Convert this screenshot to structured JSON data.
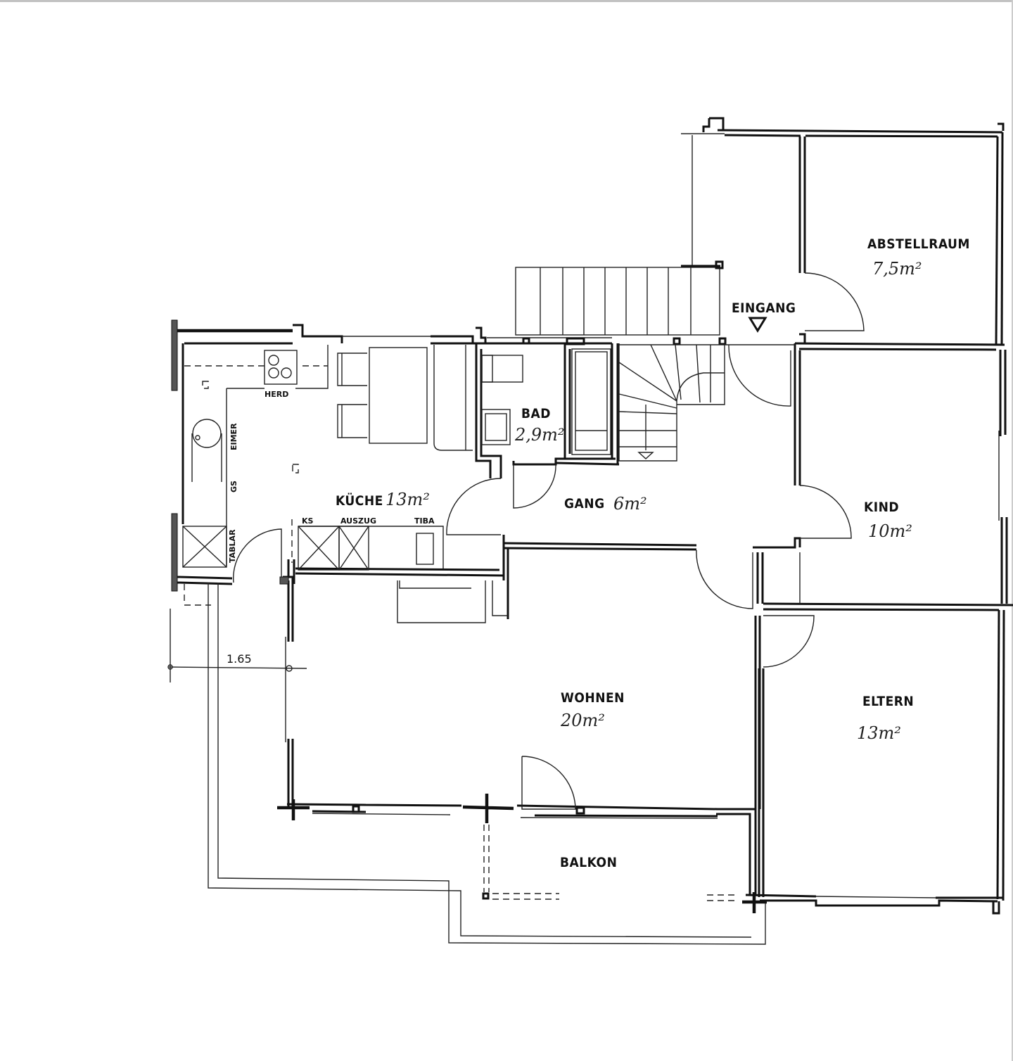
{
  "plan": {
    "rooms": {
      "abstellraum": {
        "name": "ABSTELLRAUM",
        "area": "7,5m²"
      },
      "eingang": {
        "name": "EINGANG"
      },
      "bad": {
        "name": "BAD",
        "area": "2,9m²"
      },
      "kueche": {
        "name": "KÜCHE",
        "area": "13m²"
      },
      "gang": {
        "name": "GANG",
        "area": "6m²"
      },
      "kind": {
        "name": "KIND",
        "area": "10m²"
      },
      "wohnen": {
        "name": "WOHNEN",
        "area": "20m²"
      },
      "eltern": {
        "name": "ELTERN",
        "area": "13m²"
      },
      "balkon": {
        "name": "BALKON"
      }
    },
    "fixtures": {
      "herd": "HERD",
      "eimer": "EIMER",
      "gs": "GS",
      "tablar": "TABLAR",
      "ks": "KS",
      "auszug": "AUSZUG",
      "tiba": "TIBA"
    },
    "dimension": "1.65",
    "colors": {
      "line": "#111111",
      "background": "#ffffff"
    }
  }
}
